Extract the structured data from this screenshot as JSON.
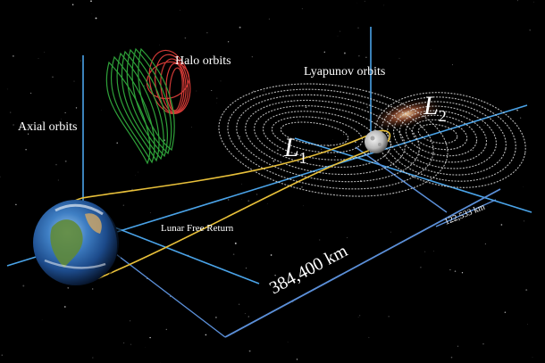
{
  "labels": {
    "halo": "Halo orbits",
    "axial": "Axial orbits",
    "lyapunov": "Lyapunov orbits",
    "l1_letter": "L",
    "l1_sub": "1",
    "l2_letter": "L",
    "l2_sub": "2",
    "free_return": "Lunar Free Return",
    "earth_moon_distance": "384,400 km",
    "moon_l2_distance": "122,533 km"
  },
  "colors": {
    "background": "#000000",
    "axis_lines": "#4aa3e8",
    "free_return_orbit": "#e8c03a",
    "halo_orbit": "#d23a36",
    "axial_orbit": "#2fa23a",
    "lyapunov_orbit": "#d8d8d8",
    "dimension_lines": "#5b8fd8"
  },
  "icons": {
    "earth": "earth-globe",
    "moon": "moon-sphere",
    "galaxy": "galaxy-glow"
  }
}
